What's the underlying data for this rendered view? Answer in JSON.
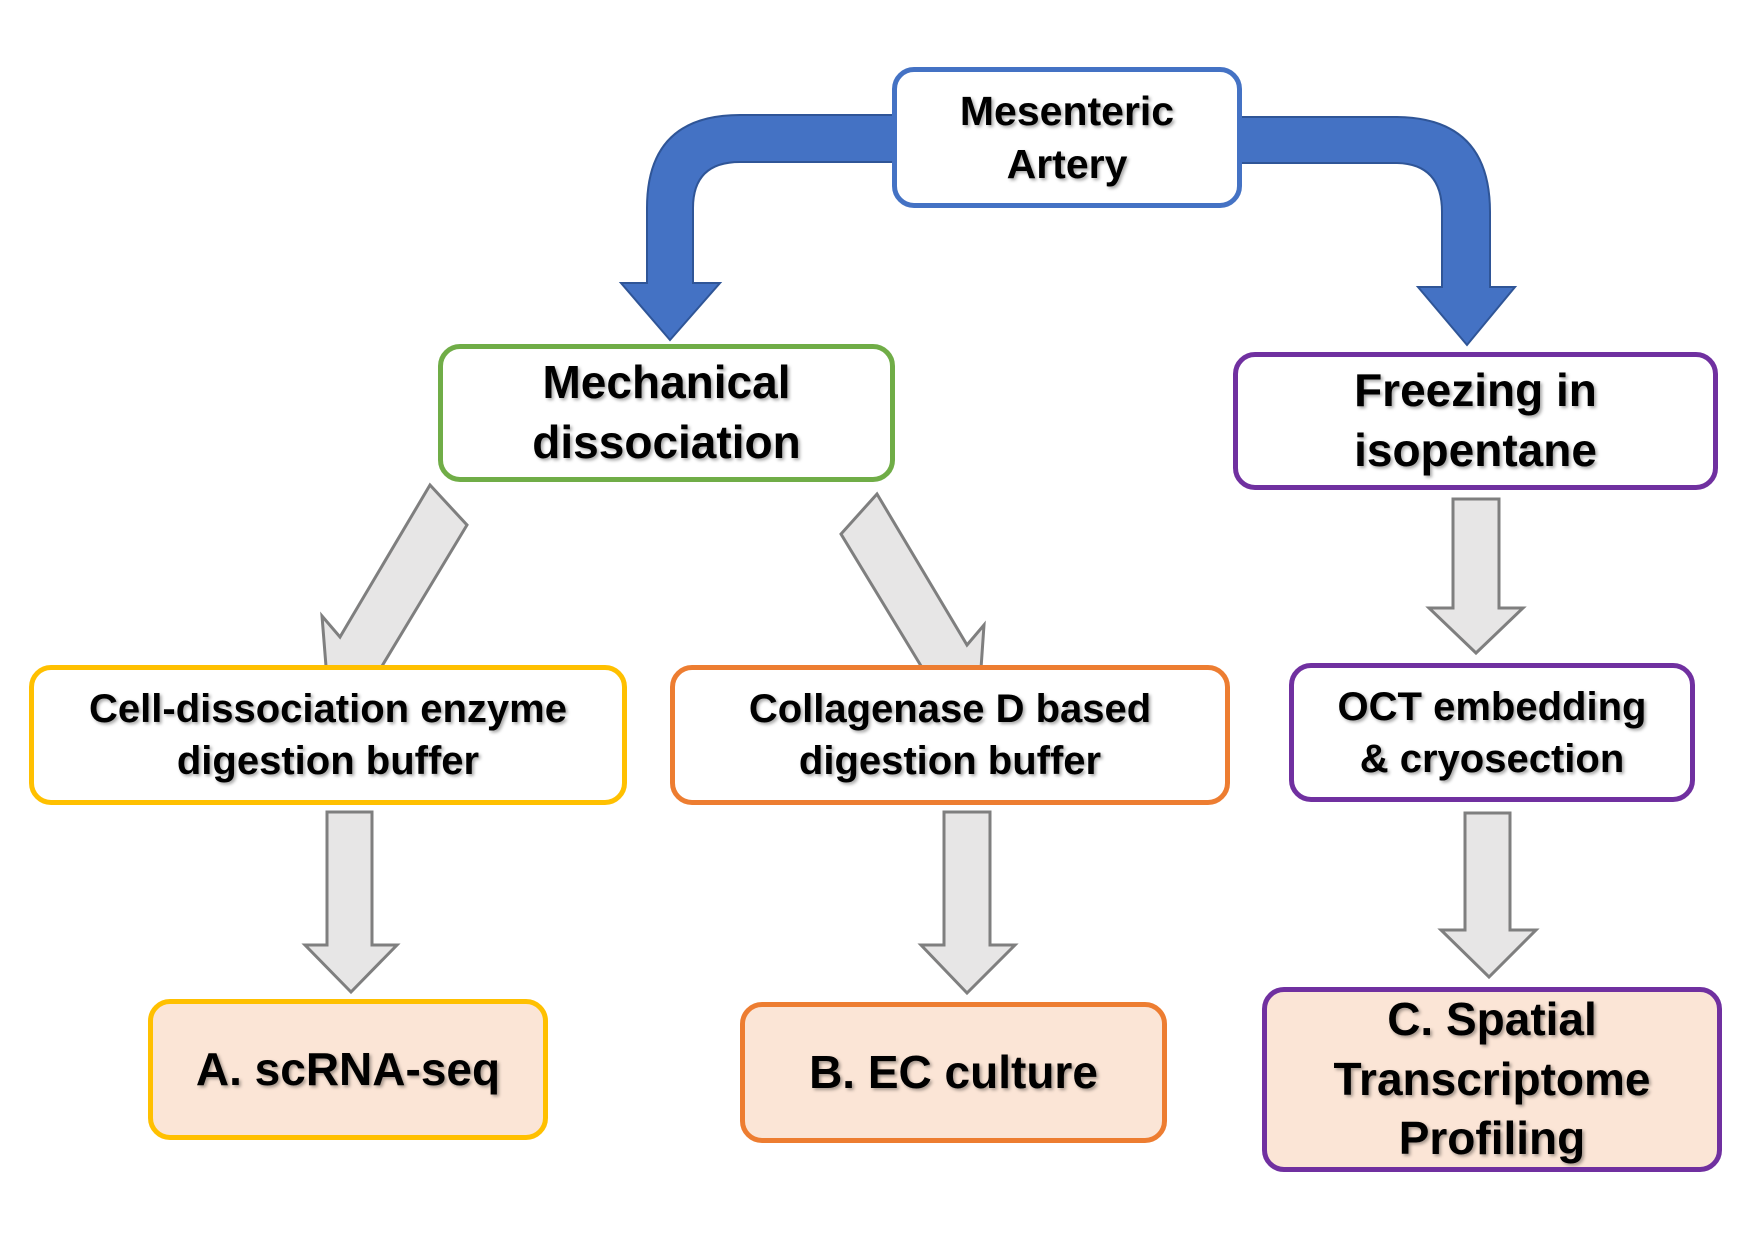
{
  "diagram": {
    "type": "flowchart",
    "colors": {
      "blue": "#4472C4",
      "blue_dark": "#2F5597",
      "green": "#70AD47",
      "purple": "#7030A0",
      "yellow": "#FFC000",
      "orange": "#ED7D31",
      "result_fill": "#FBE5D6",
      "grey_arrow_fill": "#E7E6E6",
      "grey_arrow_stroke": "#7F7F7F"
    },
    "nodes": {
      "root": {
        "label": "Mesenteric\nArtery"
      },
      "mechanical": {
        "label": "Mechanical\ndissociation"
      },
      "freezing": {
        "label": "Freezing in\nisopentane"
      },
      "enzyme": {
        "label": "Cell-dissociation enzyme\ndigestion buffer"
      },
      "collagenase": {
        "label": "Collagenase D based\ndigestion buffer"
      },
      "oct": {
        "label": "OCT embedding\n& cryosection"
      },
      "result_a": {
        "label": "A. scRNA-seq"
      },
      "result_b": {
        "label": "B. EC culture"
      },
      "result_c": {
        "label": "C. Spatial\nTranscriptome\nProfiling"
      }
    },
    "edges": [
      {
        "from": "root",
        "to": "mechanical",
        "style": "bent-blue"
      },
      {
        "from": "root",
        "to": "freezing",
        "style": "bent-blue"
      },
      {
        "from": "mechanical",
        "to": "enzyme",
        "style": "grey-block"
      },
      {
        "from": "mechanical",
        "to": "collagenase",
        "style": "grey-block"
      },
      {
        "from": "freezing",
        "to": "oct",
        "style": "grey-block"
      },
      {
        "from": "enzyme",
        "to": "result_a",
        "style": "grey-block"
      },
      {
        "from": "collagenase",
        "to": "result_b",
        "style": "grey-block"
      },
      {
        "from": "oct",
        "to": "result_c",
        "style": "grey-block"
      }
    ]
  }
}
